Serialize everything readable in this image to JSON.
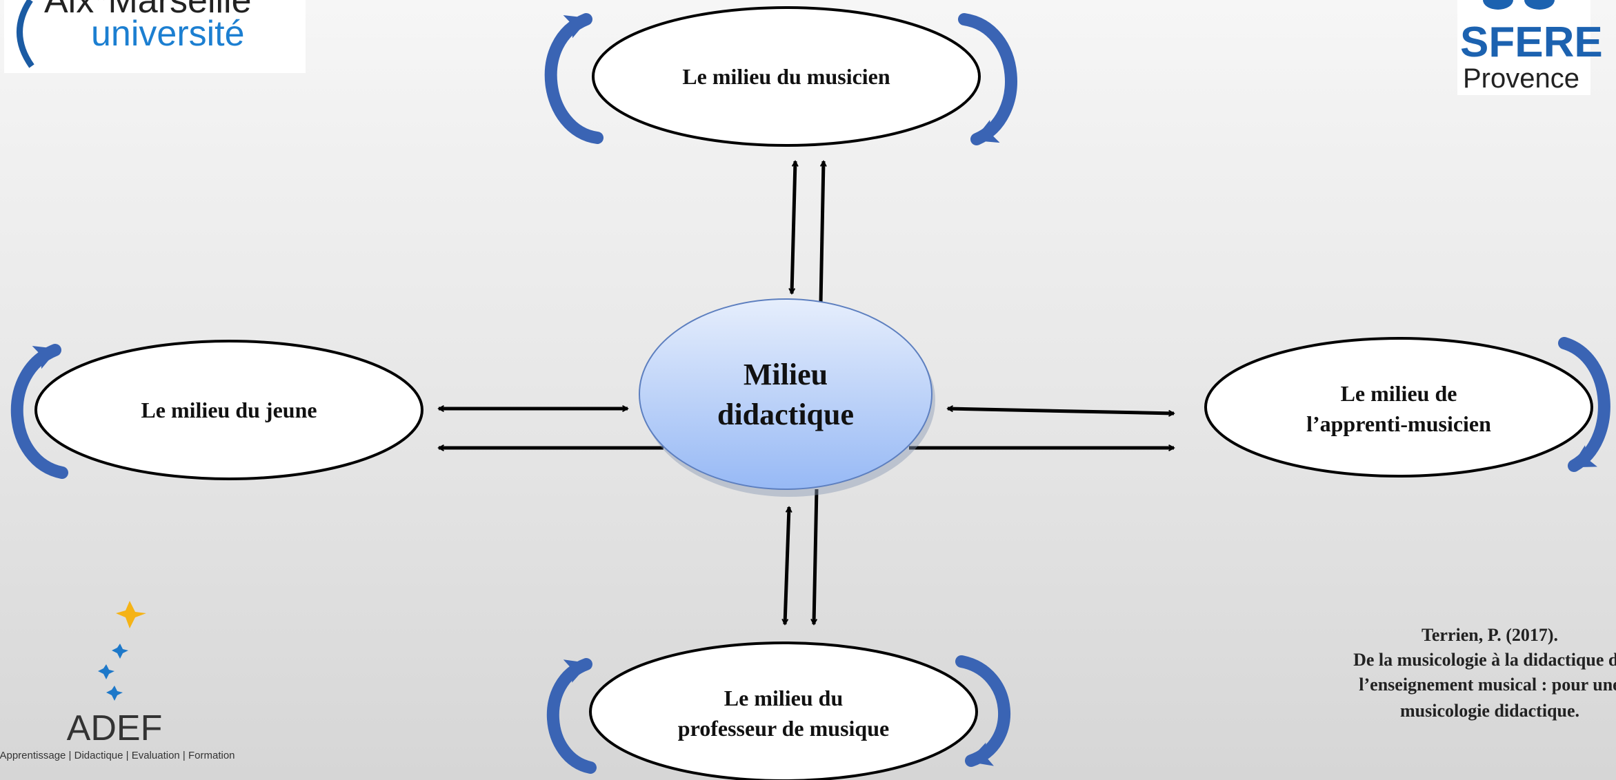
{
  "logos": {
    "amu": {
      "line1": "Aix*Marseille",
      "line2": "université"
    },
    "sfere": {
      "line1": "SFERE",
      "line2": "Provence"
    },
    "adef": {
      "name": "ADEF",
      "tagline": "Apprentissage | Didactique | Evaluation | Formation"
    }
  },
  "nodes": {
    "center": {
      "line1": "Milieu",
      "line2": "didactique"
    },
    "top": {
      "label": "Le milieu du musicien"
    },
    "left": {
      "label": "Le milieu du jeune"
    },
    "right": {
      "line1": "Le milieu de",
      "line2": "l’apprenti-musicien"
    },
    "bottom": {
      "line1": "Le milieu du",
      "line2": "professeur de musique"
    }
  },
  "reference": {
    "line1": "Terrien, P. (2017).",
    "line2": "De la musicologie à la didactique de",
    "line3": "l’enseignement musical : pour une",
    "line4": "musicologie didactique."
  },
  "colors": {
    "cycle_arrow": "#3a64b4",
    "center_top": "#e6eefc",
    "center_bottom": "#97b9f5",
    "center_stroke": "#5d7fbf",
    "star_gold": "#f5b316",
    "star_blue": "#1d78c9",
    "sfere_blue": "#1c62b0"
  }
}
